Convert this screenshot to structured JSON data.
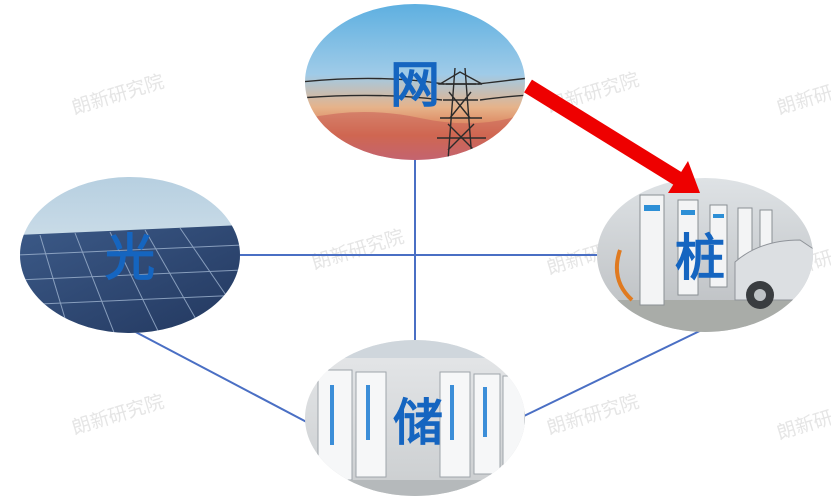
{
  "nodes": {
    "grid": {
      "label": "网"
    },
    "solar": {
      "label": "光"
    },
    "charger": {
      "label": "桩"
    },
    "storage": {
      "label": "储"
    }
  },
  "watermark": "朗新研究院",
  "colors": {
    "label": "#1565c0",
    "connector": "#4a6fc4",
    "arrow": "#ee0000"
  }
}
